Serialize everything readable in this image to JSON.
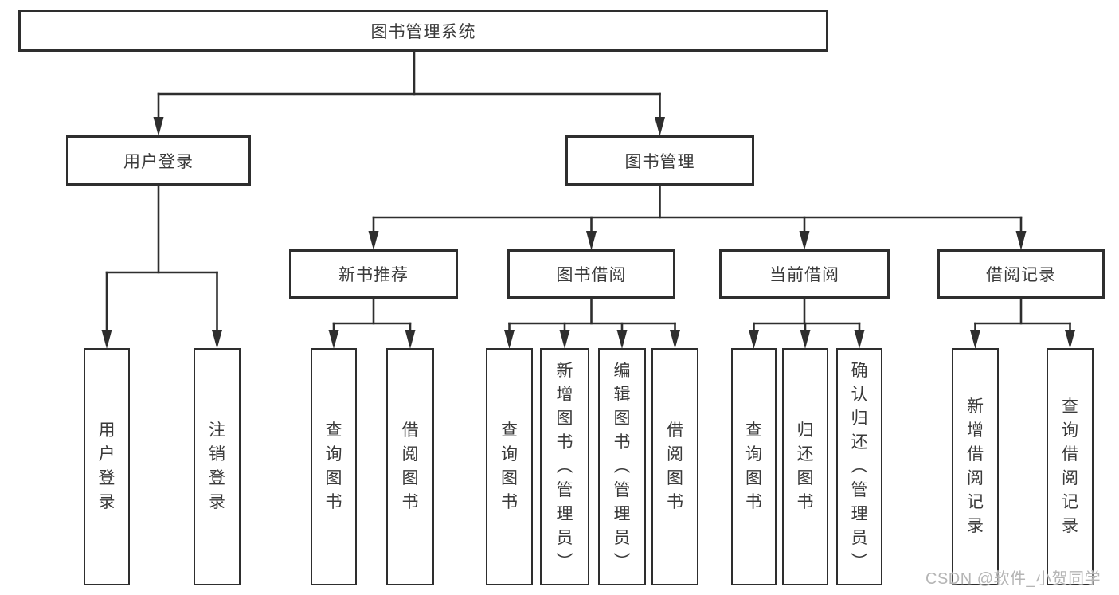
{
  "diagram": {
    "title": "图书管理系统",
    "type": "hierarchy-tree",
    "nodes": [
      {
        "id": "root",
        "label": "图书管理系统",
        "parent": null,
        "text_direction": "horizontal"
      },
      {
        "id": "user-login",
        "label": "用户登录",
        "parent": "root",
        "text_direction": "horizontal"
      },
      {
        "id": "book-mgmt",
        "label": "图书管理",
        "parent": "root",
        "text_direction": "horizontal"
      },
      {
        "id": "new-book-rec",
        "label": "新书推荐",
        "parent": "book-mgmt",
        "text_direction": "horizontal"
      },
      {
        "id": "book-borrow",
        "label": "图书借阅",
        "parent": "book-mgmt",
        "text_direction": "horizontal"
      },
      {
        "id": "current-borrow",
        "label": "当前借阅",
        "parent": "book-mgmt",
        "text_direction": "horizontal"
      },
      {
        "id": "borrow-records",
        "label": "借阅记录",
        "parent": "book-mgmt",
        "text_direction": "horizontal"
      },
      {
        "id": "leaf-user-login",
        "label": "用户登录",
        "parent": "user-login",
        "text_direction": "vertical"
      },
      {
        "id": "leaf-logout",
        "label": "注销登录",
        "parent": "user-login",
        "text_direction": "vertical"
      },
      {
        "id": "query-book-1",
        "label": "查询图书",
        "parent": "new-book-rec",
        "text_direction": "vertical"
      },
      {
        "id": "borrow-book-1",
        "label": "借阅图书",
        "parent": "new-book-rec",
        "text_direction": "vertical"
      },
      {
        "id": "query-book-2",
        "label": "查询图书",
        "parent": "book-borrow",
        "text_direction": "vertical"
      },
      {
        "id": "add-book",
        "label": "新增图书（管理员）",
        "parent": "book-borrow",
        "text_direction": "vertical"
      },
      {
        "id": "edit-book",
        "label": "编辑图书（管理员）",
        "parent": "book-borrow",
        "text_direction": "vertical"
      },
      {
        "id": "borrow-book-2",
        "label": "借阅图书",
        "parent": "book-borrow",
        "text_direction": "vertical"
      },
      {
        "id": "query-book-3",
        "label": "查询图书",
        "parent": "current-borrow",
        "text_direction": "vertical"
      },
      {
        "id": "return-book",
        "label": "归还图书",
        "parent": "current-borrow",
        "text_direction": "vertical"
      },
      {
        "id": "confirm-return",
        "label": "确认归还（管理员）",
        "parent": "current-borrow",
        "text_direction": "vertical"
      },
      {
        "id": "add-borrow-record",
        "label": "新增借阅记录",
        "parent": "borrow-records",
        "text_direction": "vertical"
      },
      {
        "id": "query-borrow-record",
        "label": "查询借阅记录",
        "parent": "borrow-records",
        "text_direction": "vertical"
      }
    ],
    "colors": {
      "line": "#2e2e2e",
      "box_border": "#2e2e2e",
      "box_fill": "#ffffff",
      "text": "#3a3a3a",
      "background": "#ffffff"
    }
  },
  "watermark": {
    "text": "CSDN @软件_小贺同学",
    "color": "#b5b5b5"
  }
}
